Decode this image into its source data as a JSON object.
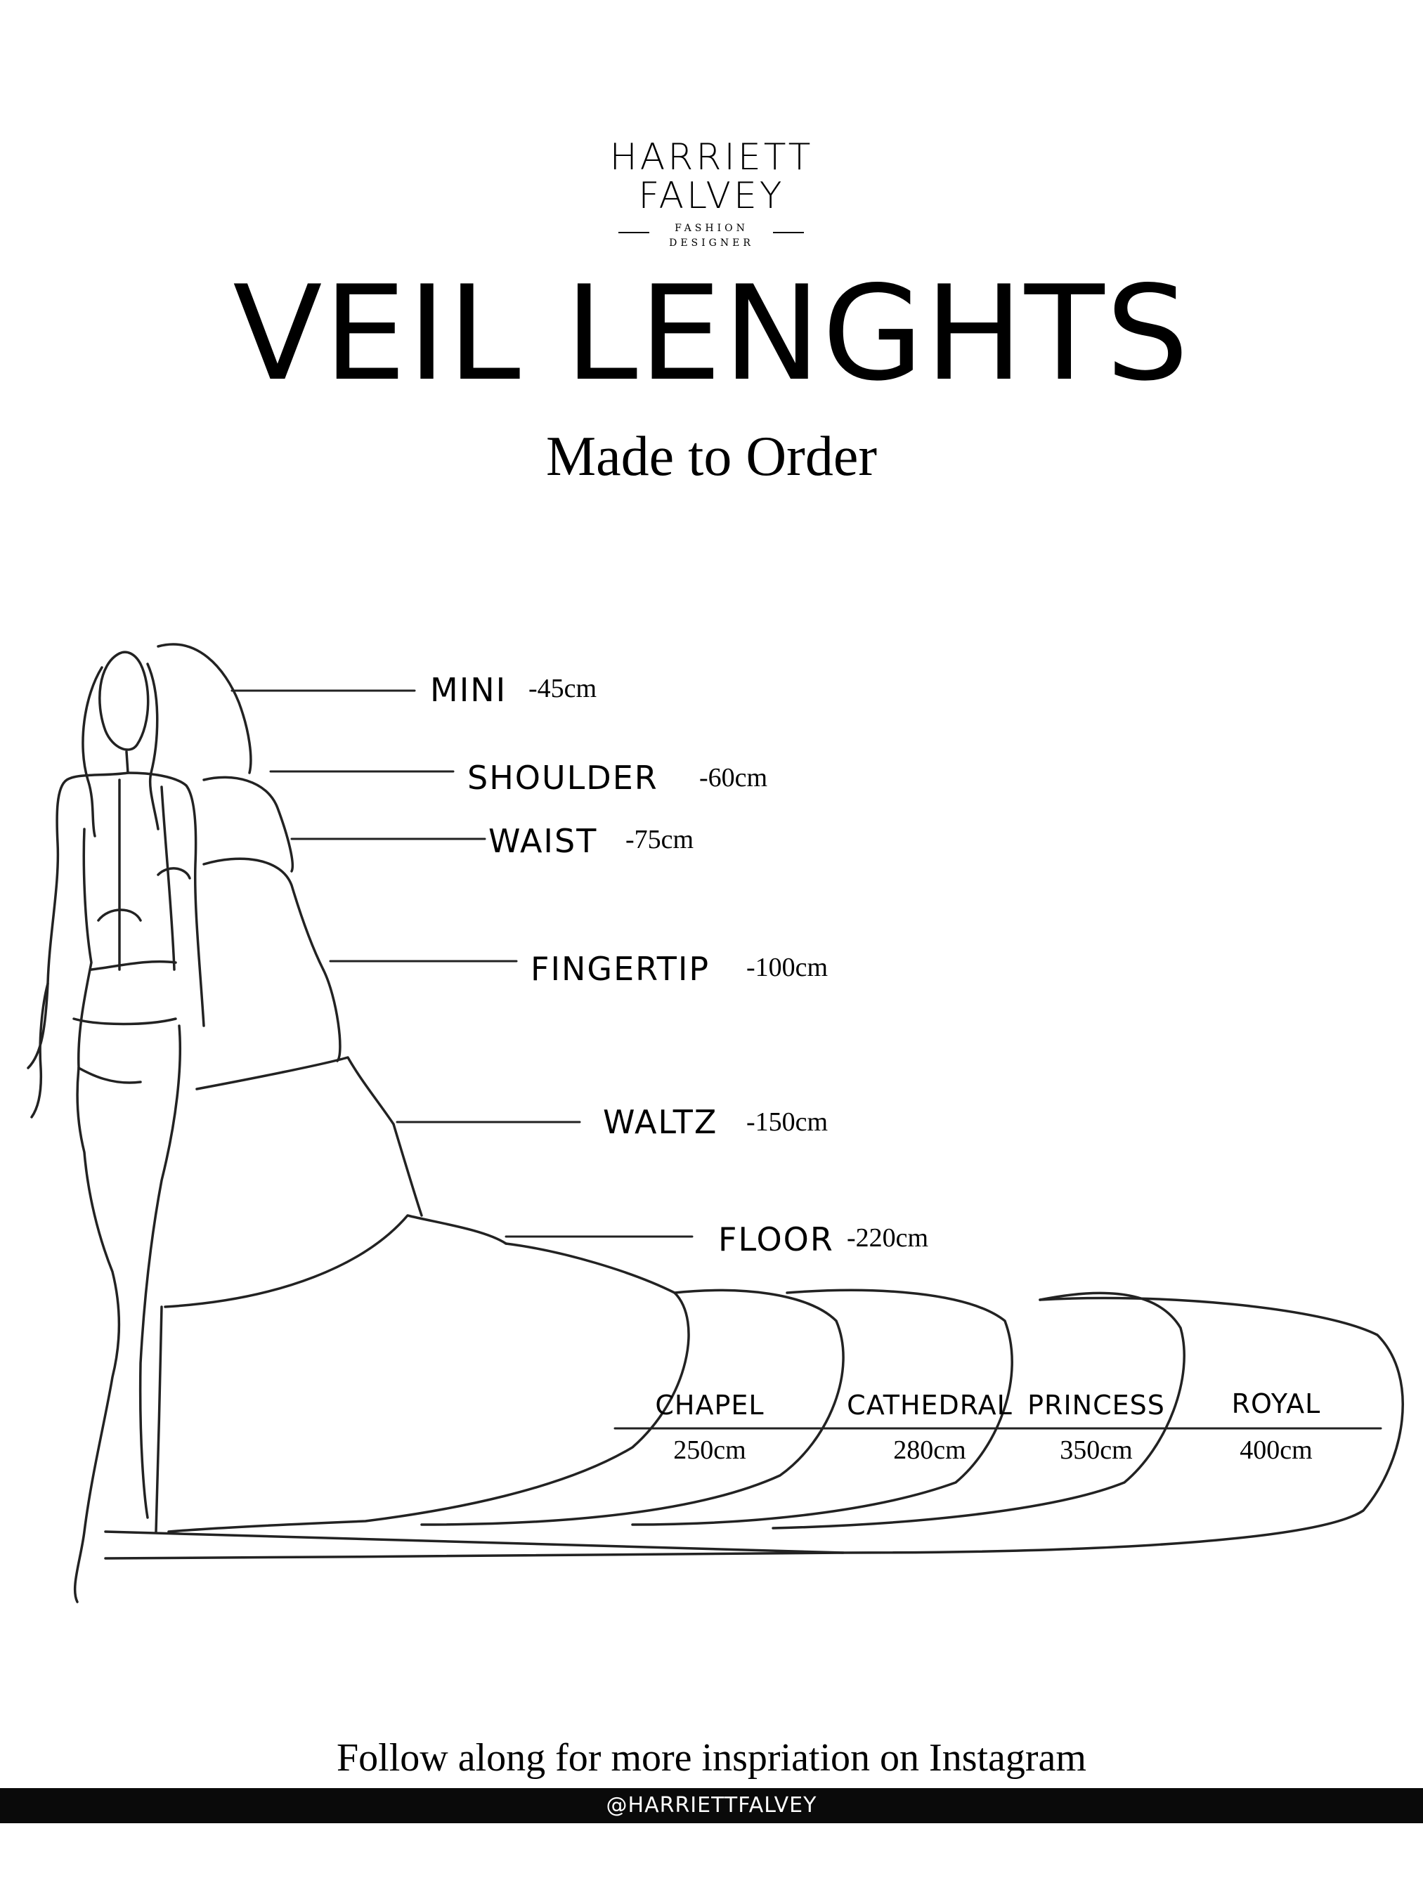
{
  "brand": {
    "line1": "HARRIETT",
    "line2": "FALVEY",
    "sub1": "FASHION",
    "sub2": "DESIGNER"
  },
  "title": "VEIL LENGHTS",
  "subtitle": "Made to Order",
  "veils": [
    {
      "name": "MINI",
      "length": "-45cm"
    },
    {
      "name": "SHOULDER",
      "length": "-60cm"
    },
    {
      "name": "WAIST",
      "length": "-75cm"
    },
    {
      "name": "FINGERTIP",
      "length": "-100cm"
    },
    {
      "name": "WALTZ",
      "length": "-150cm"
    },
    {
      "name": "FLOOR",
      "length": "-220cm"
    }
  ],
  "trains": [
    {
      "name": "CHAPEL",
      "length": "250cm"
    },
    {
      "name": "CATHEDRAL",
      "length": "280cm"
    },
    {
      "name": "PRINCESS",
      "length": "350cm"
    },
    {
      "name": "ROYAL",
      "length": "400cm"
    }
  ],
  "footer": {
    "text": "Follow along for more inspriation on Instagram",
    "handle": "@HARRIETTFALVEY"
  }
}
